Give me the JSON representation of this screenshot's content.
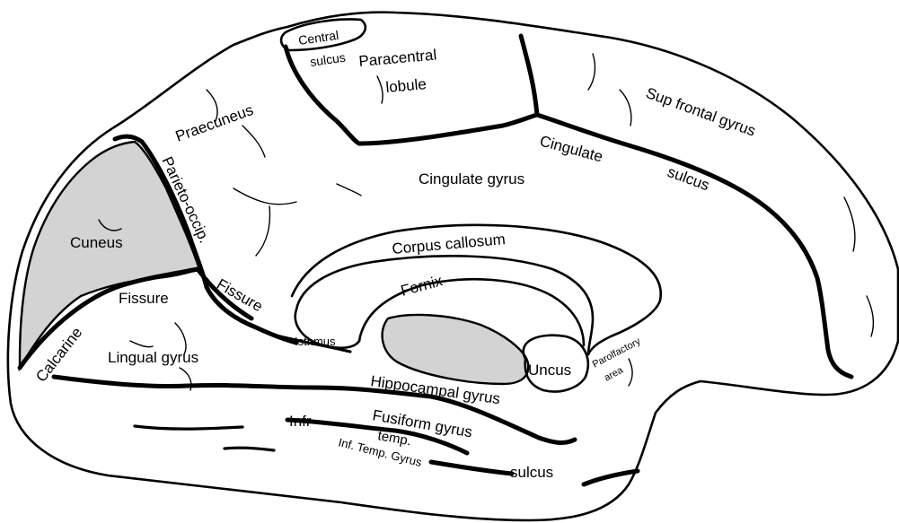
{
  "colors": {
    "background": "#ffffff",
    "shaded_region": "#d3d3d3",
    "ink": "#000000"
  },
  "labels": {
    "central_sulcus_1": "Central",
    "central_sulcus_2": "sulcus",
    "paracentral_1": "Paracentral",
    "paracentral_2": "lobule",
    "praecuneus": "Praecuneus",
    "sup_frontal_gyrus": "Sup frontal gyrus",
    "cingulate": "Cingulate",
    "sulcus_cingulate": "sulcus",
    "cingulate_gyrus": "Cingulate gyrus",
    "parieto_occip": "Parieto-occip.",
    "cuneus": "Cuneus",
    "corpus_callosum": "Corpus callosum",
    "fornix": "Fornix",
    "fissure_calcarine": "Fissure",
    "fissure_parieto": "Fissure",
    "isthmus": "Isthmus",
    "calcarine": "Calcarine",
    "lingual_gyrus": "Lingual gyrus",
    "uncus": "Uncus",
    "parolfactory_1": "Parolfactory",
    "parolfactory_2": "area",
    "hippocampal_gyrus": "Hippocampal gyrus",
    "infr": "Infr",
    "fusiform_gyrus": "Fusiform gyrus",
    "temp": "temp.",
    "inf_temp_gyrus": "Inf. Temp. Gyrus",
    "sulcus_inf": "sulcus"
  }
}
